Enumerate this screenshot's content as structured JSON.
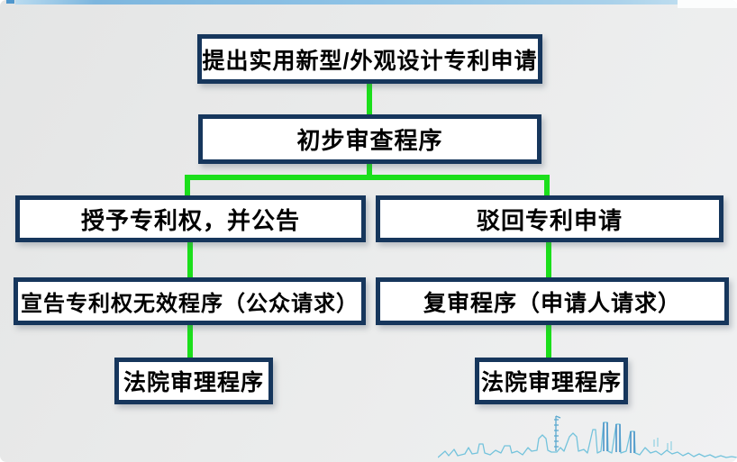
{
  "slide": {
    "background_color": "#ebecec",
    "top_bar_color": "#8fc3e6",
    "top_dash_color": "#4f97cd"
  },
  "flowchart": {
    "type": "flowchart",
    "connector_color": "#1bdf1b",
    "node_border_color": "#16365c",
    "node_fill_color": "#ffffff",
    "node_text_color": "#000000",
    "nodes": {
      "apply": "提出实用新型/外观设计专利申请",
      "preliminary": "初步审查程序",
      "grant": "授予专利权，并公告",
      "reject": "驳回专利申请",
      "invalidation": "宣告专利权无效程序（公众请求）",
      "reexamination": "复审程序（申请人请求）",
      "court_left": "法院审理程序",
      "court_right": "法院审理程序"
    },
    "edges": [
      [
        "apply",
        "preliminary"
      ],
      [
        "preliminary",
        "grant"
      ],
      [
        "preliminary",
        "reject"
      ],
      [
        "grant",
        "invalidation"
      ],
      [
        "reject",
        "reexamination"
      ],
      [
        "invalidation",
        "court_left"
      ],
      [
        "reexamination",
        "court_right"
      ]
    ]
  },
  "decorations": {
    "skyline": "city-skyline-line-art",
    "skyline_main_color": "#74c3dc",
    "skyline_accent_color": "#4a94c8"
  }
}
